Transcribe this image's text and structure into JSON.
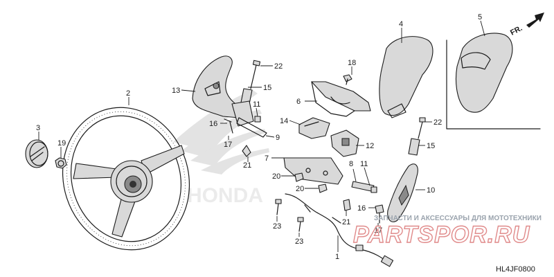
{
  "diagram": {
    "code": "HL4JF0800",
    "direction_label": "FR.",
    "watermark_text": "ЗАПЧАСТИ И АКСЕССУАРЫ ДЛЯ МОТОТЕХНИКИ",
    "watermark_brand": "PARTSPOR.RU",
    "brand_logo_text": "HONDA",
    "callouts": [
      {
        "id": "c2",
        "label": "2"
      },
      {
        "id": "c3",
        "label": "3"
      },
      {
        "id": "c19",
        "label": "19"
      },
      {
        "id": "c13",
        "label": "13"
      },
      {
        "id": "c22a",
        "label": "22"
      },
      {
        "id": "c15a",
        "label": "15"
      },
      {
        "id": "c11a",
        "label": "11"
      },
      {
        "id": "c16a",
        "label": "16"
      },
      {
        "id": "c17a",
        "label": "17"
      },
      {
        "id": "c9",
        "label": "9"
      },
      {
        "id": "c21a",
        "label": "21"
      },
      {
        "id": "c18",
        "label": "18"
      },
      {
        "id": "c6",
        "label": "6"
      },
      {
        "id": "c14",
        "label": "14"
      },
      {
        "id": "c12",
        "label": "12"
      },
      {
        "id": "c7",
        "label": "7"
      },
      {
        "id": "c20a",
        "label": "20"
      },
      {
        "id": "c20b",
        "label": "20"
      },
      {
        "id": "c8",
        "label": "8"
      },
      {
        "id": "c11b",
        "label": "11"
      },
      {
        "id": "c4",
        "label": "4"
      },
      {
        "id": "c5",
        "label": "5"
      },
      {
        "id": "c22b",
        "label": "22"
      },
      {
        "id": "c15b",
        "label": "15"
      },
      {
        "id": "c10",
        "label": "10"
      },
      {
        "id": "c16b",
        "label": "16"
      },
      {
        "id": "c17b",
        "label": "17"
      },
      {
        "id": "c21b",
        "label": "21"
      },
      {
        "id": "c23a",
        "label": "23"
      },
      {
        "id": "c23b",
        "label": "23"
      },
      {
        "id": "c1",
        "label": "1"
      }
    ]
  }
}
